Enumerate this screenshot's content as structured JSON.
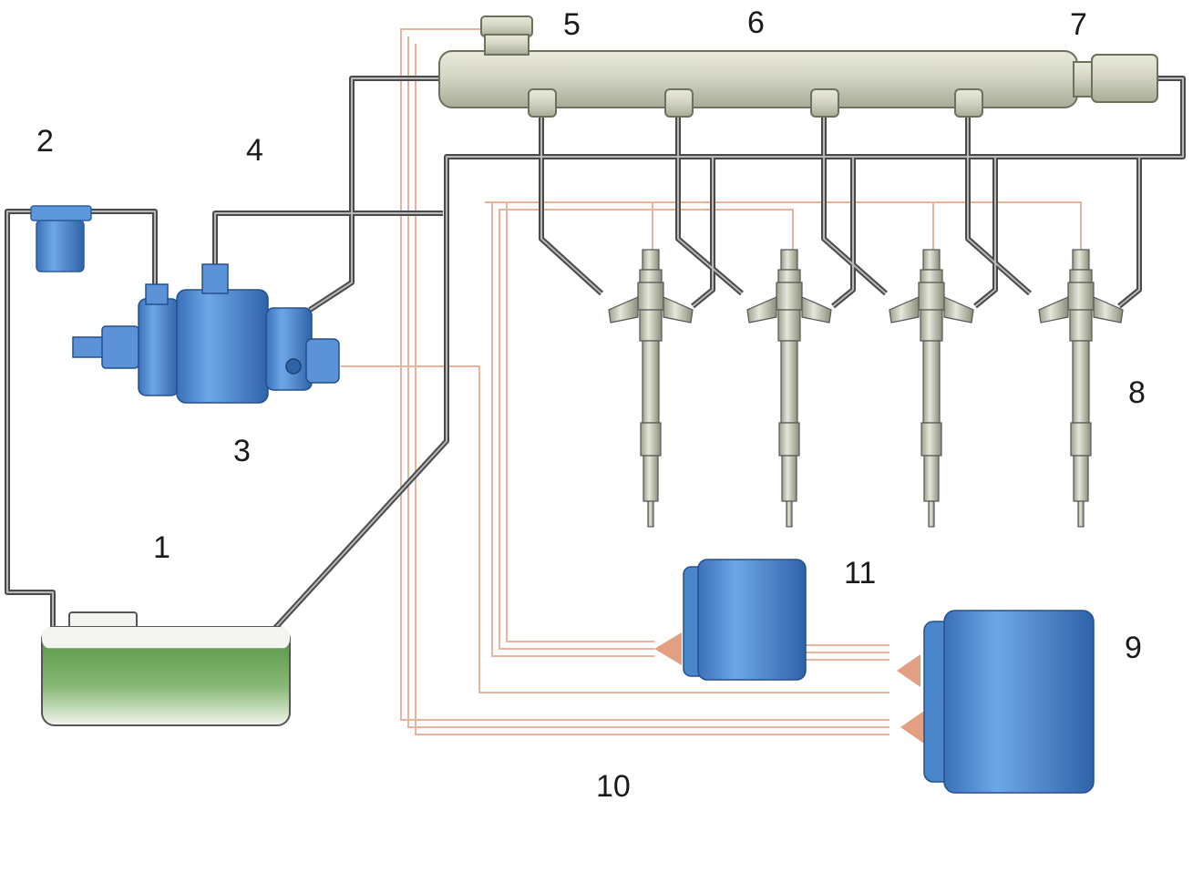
{
  "labels": {
    "fuel_tank": "1",
    "fuel_filter": "2",
    "high_pressure_pump": "3",
    "fuel_lines": "4",
    "pressure_sensor": "5",
    "common_rail": "6",
    "pressure_regulator": "7",
    "injectors": "8",
    "ecu": "9",
    "signal_wires": "10",
    "sensor_unit": "11"
  },
  "colors": {
    "fuel_line": "#4a4a4a",
    "fuel_line_highlight": "#b8b8b8",
    "rail_body": "#cfd0c0",
    "pump_blue": "#5c93d8",
    "component_blue": "#4a86cc",
    "fuel_green": "#5a9a46",
    "signal_wire": "#e9b39c",
    "arrow": "#e29f82"
  },
  "icons": [
    "fuel-tank-icon",
    "fuel-filter-icon",
    "pump-icon",
    "rail-icon",
    "injector-icon",
    "ecu-icon"
  ]
}
